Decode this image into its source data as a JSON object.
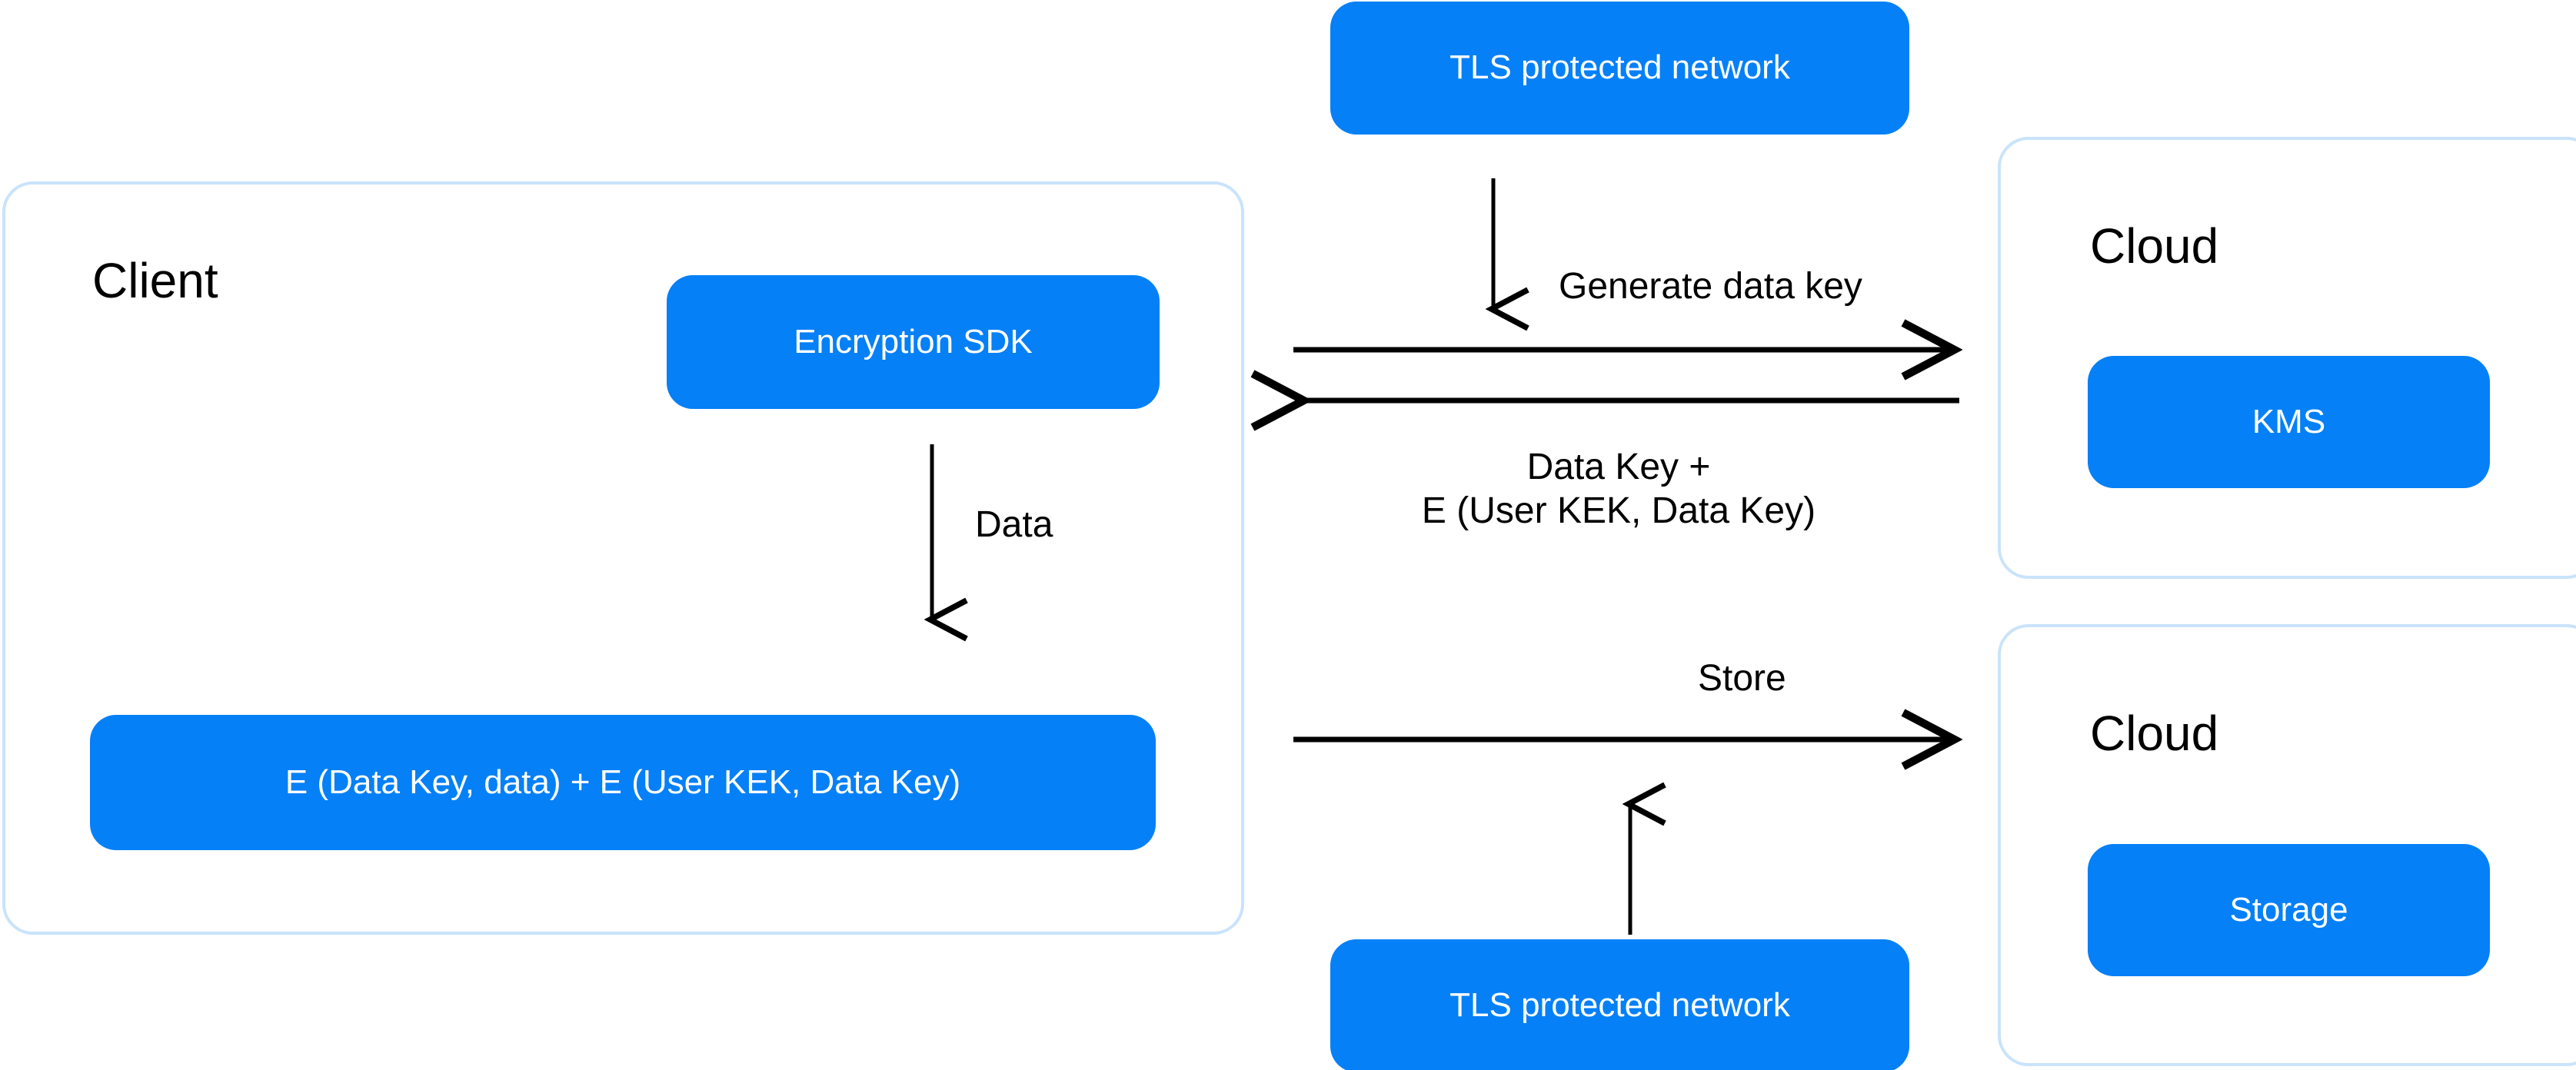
{
  "colors": {
    "pill_blue": "#0580f7",
    "panel_border": "#c9e3fb",
    "text_dark": "#000000",
    "text_on_pill": "#ffffff",
    "background": "#ffffff"
  },
  "client": {
    "title": "Client",
    "encryption_sdk": "Encryption SDK",
    "data_flow_label": "Data",
    "ciphertext": "E (Data Key, data) + E (User KEK, Data Key)"
  },
  "network": {
    "tls_top": "TLS protected network",
    "tls_bottom": "TLS protected network",
    "generate_data_key": "Generate data key",
    "data_key_reply_line1": "Data Key +",
    "data_key_reply_line2": "E (User KEK, Data Key)",
    "store": "Store"
  },
  "cloud_kms": {
    "title": "Cloud",
    "service": "KMS"
  },
  "cloud_storage": {
    "title": "Cloud",
    "service": "Storage"
  }
}
